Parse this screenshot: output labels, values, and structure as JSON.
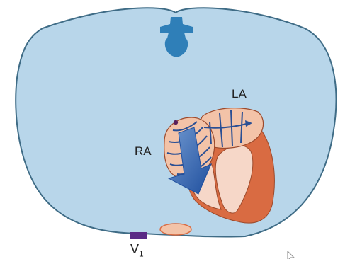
{
  "labels": {
    "right_atrium": "RA",
    "left_atrium": "LA",
    "lead_letter": "V",
    "lead_number": "1"
  },
  "colors": {
    "torso_fill": "#b8d6ea",
    "torso_stroke": "#3f6c86",
    "spine": "#2f7fb8",
    "myocardium": "#d96b42",
    "chamber": "#f6d7c8",
    "atrium": "#f3c3a8",
    "conduction_lines": "#2a4f94",
    "vector_arrow": "#1f4f9e",
    "sinus_node": "#5a1f5a",
    "electrode": "#5a2a86"
  },
  "icons": {
    "vertebra": "vertebra-icon",
    "vector_arrow": "arrow-down-right-icon",
    "cursor": "mouse-cursor-icon"
  }
}
